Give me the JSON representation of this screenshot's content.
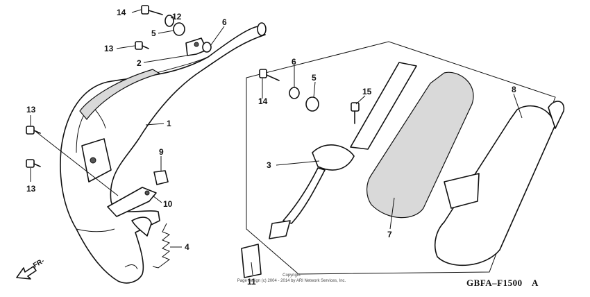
{
  "diagram": {
    "callouts": {
      "p1": "1",
      "p2": "2",
      "p3": "3",
      "p4": "4",
      "p5a": "5",
      "p5b": "5",
      "p6a": "6",
      "p6b": "6",
      "p7": "7",
      "p8": "8",
      "p9": "9",
      "p10": "10",
      "p11": "11",
      "p12": "12",
      "p13a": "13",
      "p13b": "13",
      "p13c": "13",
      "p14a": "14",
      "p14b": "14",
      "p15": "15"
    },
    "direction_label": "FR-",
    "copyright_line1": "Copyright",
    "copyright_line2": "Page design (c) 2004 - 2014 by ARI Network Services, Inc.",
    "figure_code": "GBFA–F1500",
    "figure_code_suffix": "A"
  }
}
